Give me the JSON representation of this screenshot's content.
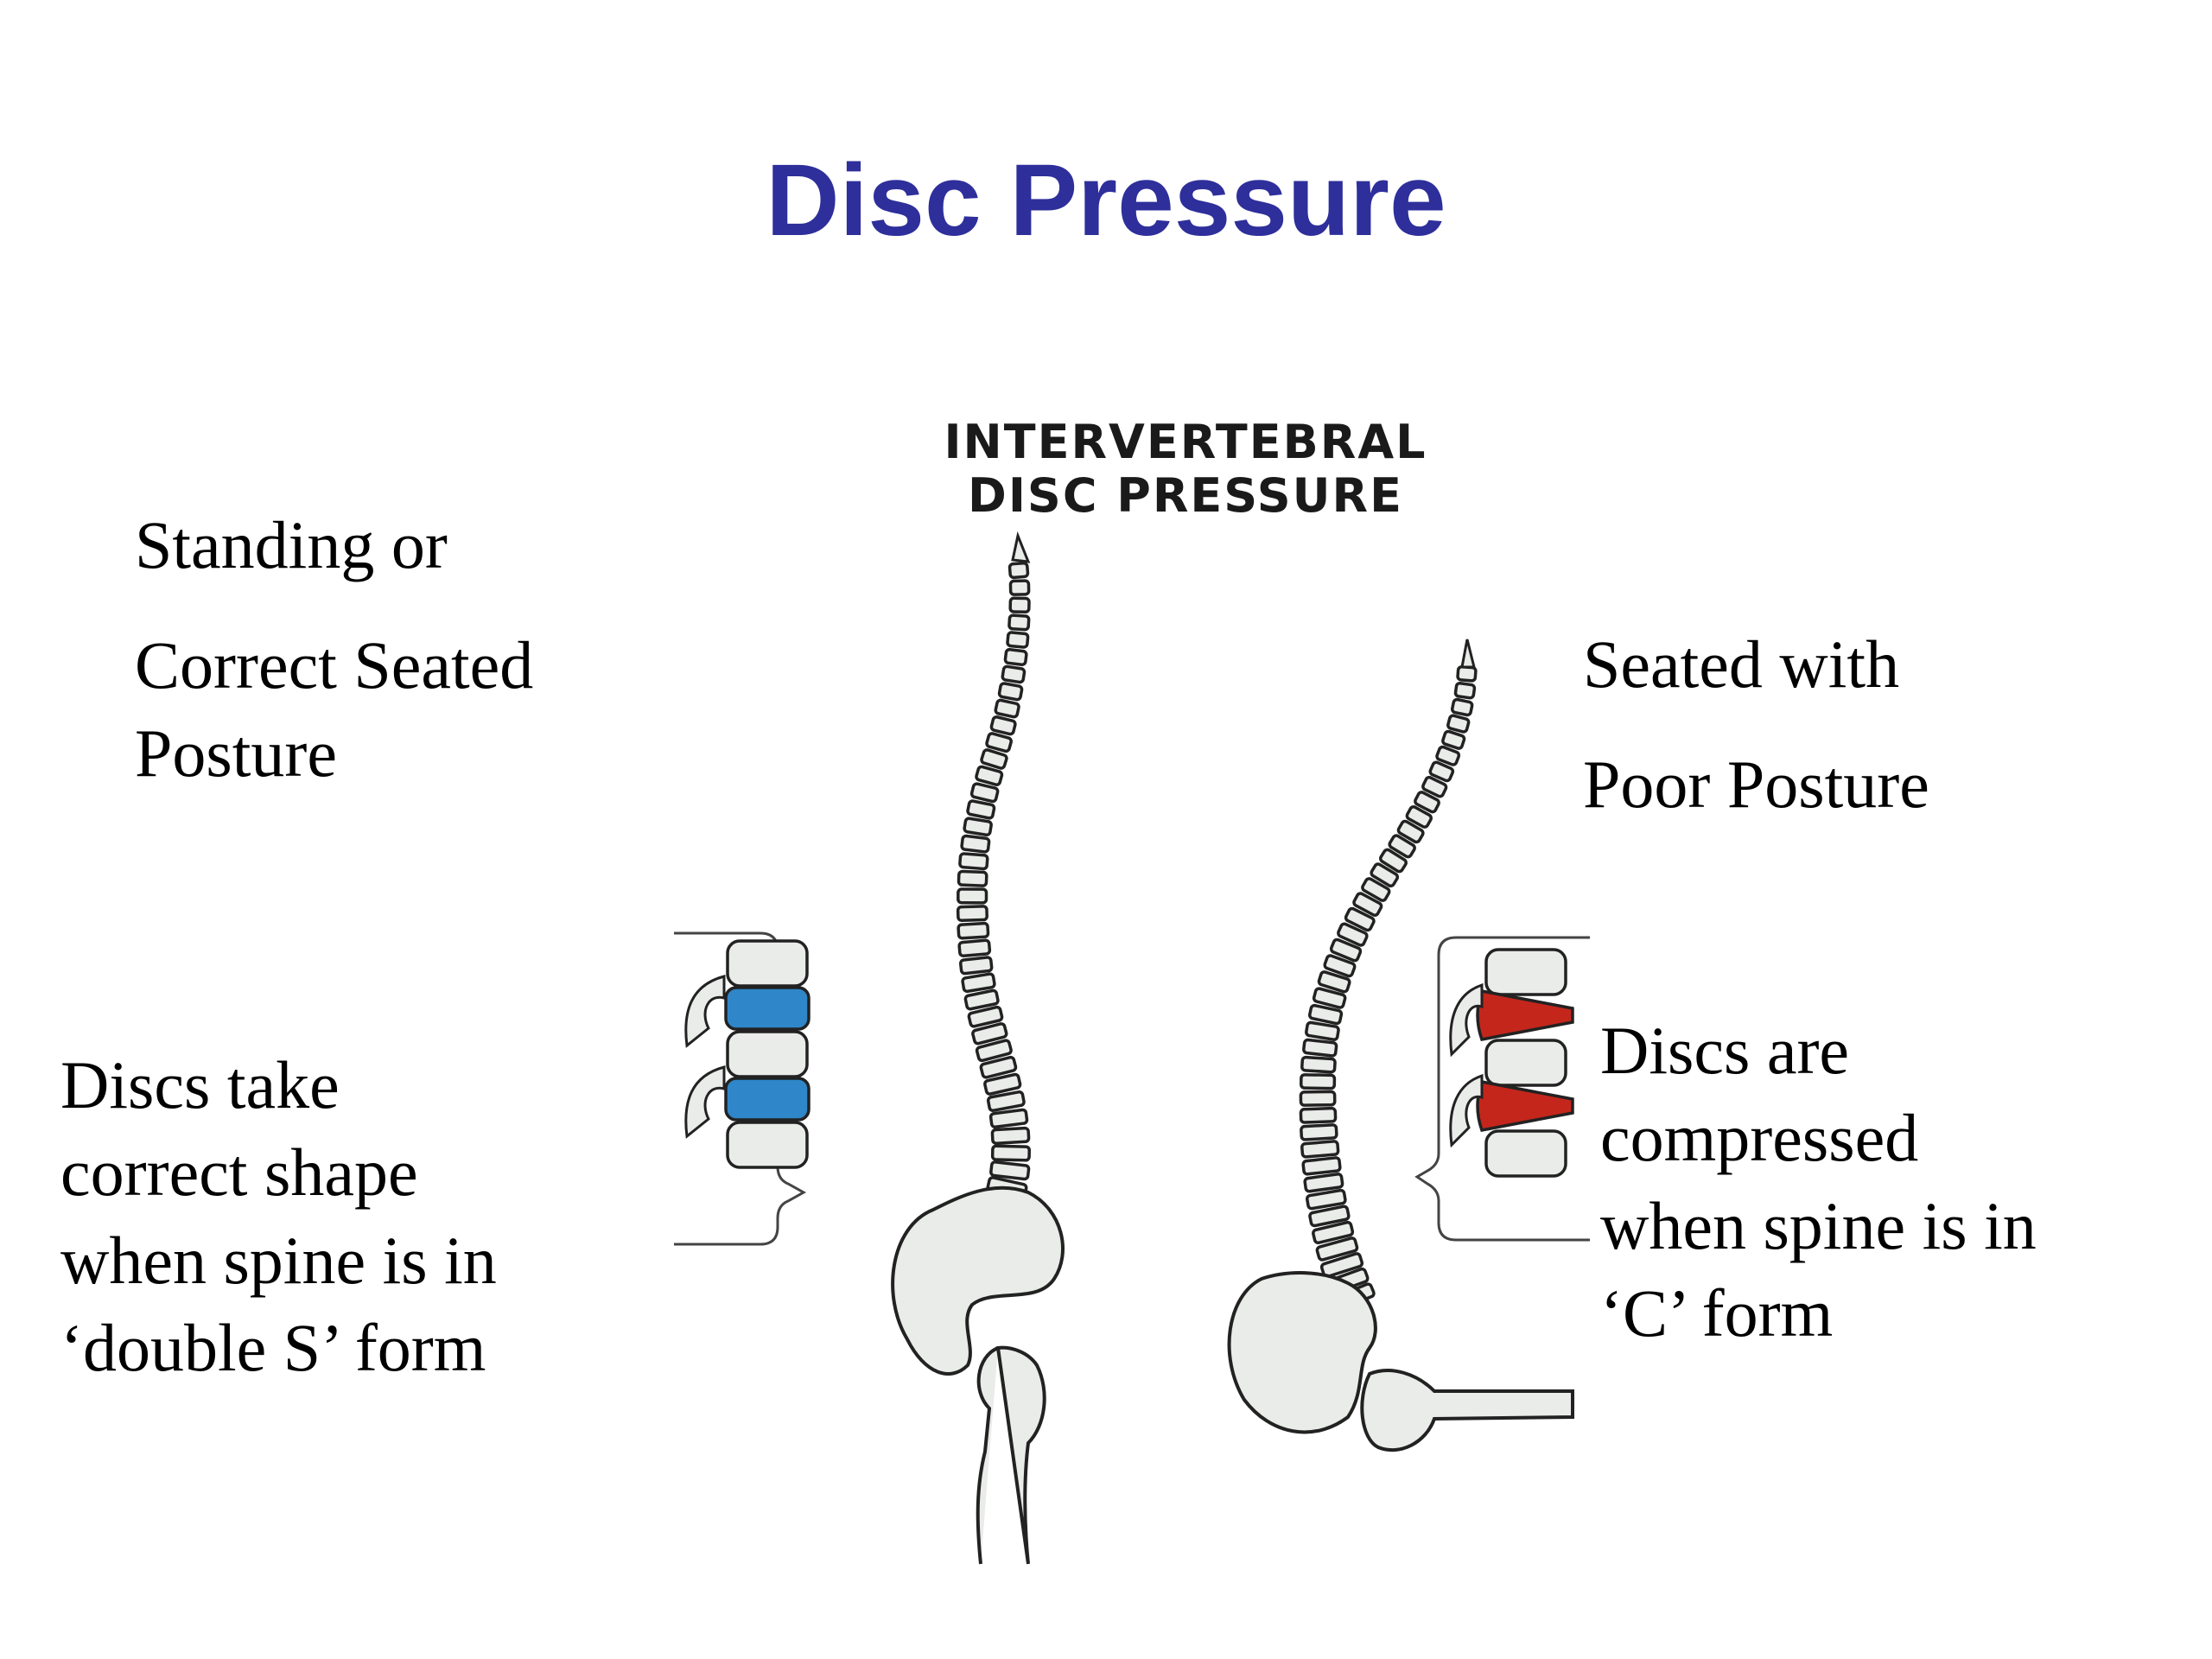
{
  "title": "Disc Pressure",
  "left": {
    "top_lines": [
      "Standing or",
      "Correct Seated",
      "Posture"
    ],
    "bottom_lines": [
      "Discs take",
      "correct shape",
      "when spine is in",
      "‘double S’ form"
    ]
  },
  "right": {
    "top_lines": [
      "Seated with",
      "Poor Posture"
    ],
    "bottom_lines": [
      "Discs are",
      "compressed",
      "when spine is in",
      "‘C’ form"
    ]
  },
  "figure": {
    "heading_lines": [
      "INTERVERTEBRAL",
      "DISC PRESSURE"
    ]
  },
  "colors": {
    "title": "#2e2f9b",
    "healthy_disc": "#2f86c8",
    "compressed_disc": "#c4261c",
    "bone_fill": "#e9ece8",
    "outline": "#222222"
  }
}
